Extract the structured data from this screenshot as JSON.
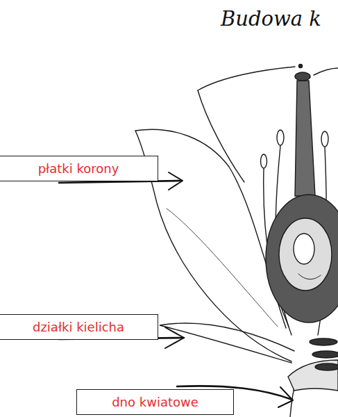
{
  "diagram": {
    "title": "Budowa k",
    "nodes": [
      {
        "text": [
          "płatki korony"
        ]
      },
      {
        "text": [
          "działki kielicha"
        ]
      },
      {
        "text": [
          "dno kwiatowe"
        ]
      }
    ]
  }
}
